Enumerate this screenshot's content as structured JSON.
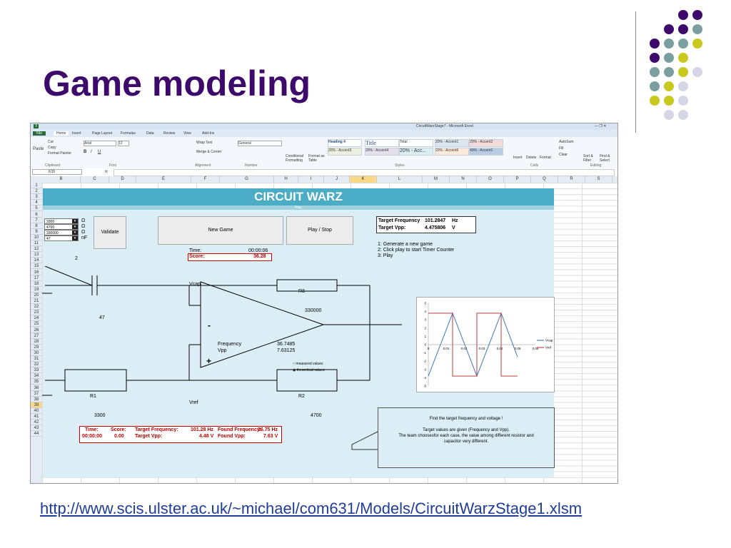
{
  "slide": {
    "title": "Game modeling",
    "link": "http://www.scis.ulster.ac.uk/~michael/com631/Models/CircuitWarzStage1.xlsm",
    "accent_colors": [
      "#3d0a6b",
      "#7b9e9e",
      "#c8c81e",
      "#d6d6e6"
    ]
  },
  "excel": {
    "window_title": "CircuitWarzStage7 - Microsoft Excel",
    "tabs": [
      "File",
      "Home",
      "Insert",
      "Page Layout",
      "Formulas",
      "Data",
      "Review",
      "View",
      "Add-Ins"
    ],
    "clipboard": {
      "paste": "Paste",
      "cut": "Cut",
      "copy": "Copy",
      "format_painter": "Format Painter",
      "group": "Clipboard"
    },
    "font": {
      "name": "Arial",
      "size": "12",
      "group": "Font"
    },
    "alignment": {
      "wrap": "Wrap Text",
      "merge": "Merge & Center",
      "group": "Alignment"
    },
    "number": {
      "format": "General",
      "group": "Number"
    },
    "styles": {
      "conditional": "Conditional Formatting",
      "format_table": "Format as Table",
      "cells": [
        "Heading 4",
        "Title",
        "Total",
        "20% - Accent1",
        "20% - Accent2",
        "20% - Accent3",
        "20% - Accent4",
        "20% - Acc...",
        "20% - Accent6",
        "40% - Accent1"
      ],
      "group": "Styles"
    },
    "cells_group": {
      "insert": "Insert",
      "delete": "Delete",
      "format": "Format",
      "group": "Cells"
    },
    "editing": {
      "autosum": "AutoSum",
      "fill": "Fill",
      "clear": "Clear",
      "sort": "Sort & Filter",
      "find": "Find & Select",
      "group": "Editing"
    },
    "name_box": "K39",
    "fx": "fx",
    "columns": [
      "B",
      "C",
      "D",
      "E",
      "F",
      "G",
      "H",
      "I",
      "J",
      "K",
      "L",
      "M",
      "N",
      "O",
      "P",
      "Q",
      "R",
      "S"
    ],
    "rows": [
      "1",
      "2",
      "3",
      "4",
      "5",
      "6",
      "7",
      "8",
      "9",
      "10",
      "11",
      "12",
      "13",
      "14",
      "15",
      "16",
      "17",
      "18",
      "19",
      "20",
      "21",
      "22",
      "23",
      "24",
      "25",
      "26",
      "27",
      "28",
      "29",
      "30",
      "31",
      "32",
      "33",
      "34",
      "35",
      "36",
      "37",
      "38",
      "39",
      "40",
      "41",
      "42",
      "43",
      "44"
    ]
  },
  "game": {
    "banner": "CIRCUIT WARZ",
    "sub": "Play",
    "inputs": [
      {
        "value": "3300",
        "unit": "Ω"
      },
      {
        "value": "4700",
        "unit": "Ω"
      },
      {
        "value": "330000",
        "unit": "Ω"
      },
      {
        "value": "47",
        "unit": "nF"
      }
    ],
    "count": "2",
    "validate": "Validate",
    "new_game": "New Game",
    "play_stop": "Play / Stop",
    "time_label": "Time:",
    "time_value": "00:00:06",
    "score_label": "Score:",
    "score_value": "36.28",
    "target_freq_label": "Target Frequency",
    "target_freq_value": "101.2847",
    "target_freq_unit": "Hz",
    "target_vpp_label": "Target Vpp:",
    "target_vpp_value": "4.475806",
    "target_vpp_unit": "V",
    "steps": [
      "1: Generate a new game",
      "2: Click play to start Timer Counter",
      "3: Play"
    ]
  },
  "circuit": {
    "vcap": "Vcap",
    "vref": "Vref",
    "r3": "R3",
    "r3_val": "330000",
    "cap_val": "47",
    "r1": "R1",
    "r1_val": "3300",
    "r2": "R2",
    "r2_val": "4700",
    "freq_label": "Frequency",
    "freq_value": "36.7485",
    "vpp_label": "Vpp",
    "vpp_value": "7.63125",
    "minus": "-",
    "plus": "+",
    "radio_measured": "measured values",
    "radio_theoretical": "theoretical values"
  },
  "summary": {
    "time_label": "Time:",
    "score_label": "Score:",
    "time_value": "00:00:00",
    "score_value": "0.00",
    "tf_label": "Target Frequency:",
    "tf_value": "101.28 Hz",
    "tv_label": "Target Vpp:",
    "tv_value": "4.48 V",
    "ff_label": "Found Frequency:",
    "ff_value": "36.75 Hz",
    "fv_label": "Found Vpp:",
    "fv_value": "7.63 V"
  },
  "info": {
    "line1": "Find the target frequency and voltage !",
    "line2": "Target values are given (Frequency and Vpp).",
    "line3": "The team choosesfor each case, the value among different resistor and",
    "line4": "capacitor very different."
  },
  "chart_data": {
    "type": "line",
    "title": "",
    "xlabel": "",
    "ylabel": "",
    "ylim": [
      -5,
      5
    ],
    "xlim": [
      0,
      0.06
    ],
    "yticks": [
      "5",
      "4",
      "3",
      "2",
      "1",
      "0",
      "-1",
      "-2",
      "-3",
      "-4",
      "-5"
    ],
    "xticks": [
      "0",
      "0.01",
      "0.02",
      "0.03",
      "0.04",
      "0.05",
      "0.06"
    ],
    "legend_position": "right",
    "series": [
      {
        "name": "Vcap",
        "color": "#4f81bd",
        "x": [
          0,
          0.0136,
          0.0272,
          0.0408,
          0.05
        ],
        "y": [
          -3.8,
          3.8,
          -3.8,
          3.8,
          -1.5
        ]
      },
      {
        "name": "Vref",
        "color": "#c0504d",
        "x": [
          0,
          0.0136,
          0.0136,
          0.0272,
          0.0272,
          0.0408,
          0.0408,
          0.05
        ],
        "y": [
          3.8,
          3.8,
          -3.8,
          -3.8,
          3.8,
          3.8,
          -3.8,
          -3.8
        ]
      }
    ]
  }
}
